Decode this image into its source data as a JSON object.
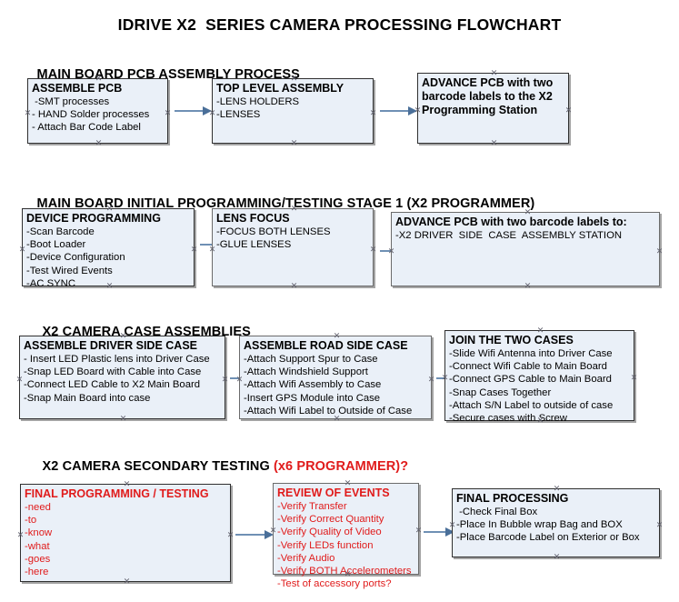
{
  "document": {
    "title": "IDRIVE X2  SERIES CAMERA PROCESSING FLOWCHART"
  },
  "sections": [
    {
      "id": "main-board-pcb-assembly-process",
      "heading": "MAIN BOARD PCB ASSEMBLY PROCESS",
      "heading_suffix": "",
      "boxes": [
        {
          "id": "assemble-pcb",
          "title": "ASSEMBLE PCB",
          "lines": [
            " -SMT processes",
            "- HAND Solder processes",
            "- Attach Bar Code Label"
          ]
        },
        {
          "id": "top-level-assembly",
          "title": "TOP LEVEL ASSEMBLY",
          "lines": [
            "-LENS HOLDERS",
            "-LENSES"
          ]
        },
        {
          "id": "advance-pcb-to-x2-programming-station",
          "title": "ADVANCE PCB with two barcode labels to the  X2 Programming Station",
          "lines": []
        }
      ]
    },
    {
      "id": "main-board-initial-programming-testing-stage-1",
      "heading": "MAIN BOARD INITIAL PROGRAMMING/TESTING STAGE 1 (X2 PROGRAMMER)",
      "heading_suffix": "",
      "boxes": [
        {
          "id": "device-programming",
          "title": "DEVICE PROGRAMMING",
          "lines": [
            "-Scan Barcode",
            "-Boot Loader",
            "-Device Configuration",
            "-Test Wired Events",
            "-AC SYNC"
          ]
        },
        {
          "id": "lens-focus",
          "title": "LENS FOCUS",
          "lines": [
            "-FOCUS BOTH LENSES",
            "-GLUE LENSES"
          ]
        },
        {
          "id": "advance-pcb-to-driver-side-case-assembly-station",
          "title": "ADVANCE PCB with two barcode labels to:",
          "lines": [
            "-X2 DRIVER  SIDE  CASE  ASSEMBLY STATION"
          ]
        }
      ]
    },
    {
      "id": "x2-camera-case-assemblies",
      "heading": "X2 CAMERA CASE ASSEMBLIES",
      "heading_suffix": "",
      "boxes": [
        {
          "id": "assemble-driver-side-case",
          "title": "ASSEMBLE DRIVER SIDE CASE",
          "lines": [
            "- Insert LED Plastic lens into Driver Case",
            "-Snap LED Board with Cable into Case",
            "-Connect LED Cable to X2 Main Board",
            "-Snap Main Board into case"
          ]
        },
        {
          "id": "assemble-road-side-case",
          "title": "ASSEMBLE ROAD SIDE CASE",
          "lines": [
            "-Attach Support Spur to Case",
            "-Attach Windshield Support",
            "-Attach Wifi Assembly to Case",
            "-Insert GPS Module into Case",
            "-Attach Wifi Label to Outside of Case"
          ]
        },
        {
          "id": "join-the-two-cases",
          "title": "JOIN THE TWO CASES",
          "lines": [
            "-Slide Wifi Antenna into Driver Case",
            "-Connect Wifi Cable to Main Board",
            "-Connect GPS Cable to Main Board",
            "-Snap Cases Together",
            "-Attach S/N Label to outside of case",
            "-Secure cases with Screw"
          ]
        }
      ]
    },
    {
      "id": "x2-camera-secondary-testing",
      "heading": "X2 CAMERA SECONDARY TESTING ",
      "heading_suffix": "(x6 PROGRAMMER)?",
      "boxes": [
        {
          "id": "final-programming-testing",
          "title": "FINAL PROGRAMMING / TESTING",
          "lines": [
            "-need",
            "-to",
            "-know",
            "-what",
            "-goes",
            "-here"
          ]
        },
        {
          "id": "review-of-events",
          "title": "REVIEW OF EVENTS",
          "lines": [
            "-Verify Transfer",
            "-Verify Correct Quantity",
            "-Verify Quality of Video",
            "-Verify LEDs function",
            "-Verify Audio",
            "-Verify BOTH Accelerometers",
            "-Test of accessory ports?"
          ]
        },
        {
          "id": "final-processing",
          "title": "FINAL PROCESSING",
          "lines": [
            " -Check Final Box",
            "-Place In Bubble wrap Bag and BOX",
            "-Place Barcode Label on Exterior or Box"
          ]
        }
      ]
    }
  ],
  "colors": {
    "box_fill": "#eaf0f8",
    "box_border": "#2f2f2f",
    "connector": "#6f90b4",
    "red_text": "#e01b1b",
    "text": "#000000"
  }
}
